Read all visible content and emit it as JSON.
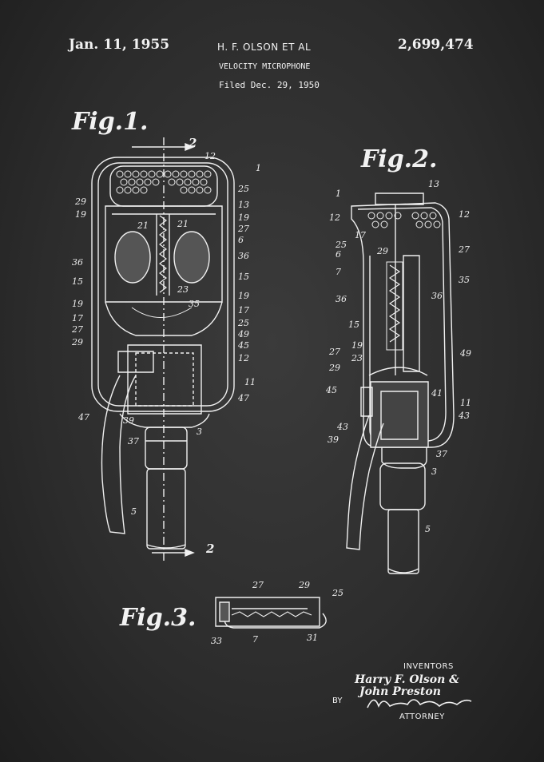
{
  "header": {
    "date": "Jan. 11, 1955",
    "inventors_short": "H. F. OLSON ET AL",
    "patent_number": "2,699,474",
    "title": "VELOCITY MICROPHONE",
    "filed": "Filed Dec. 29, 1950"
  },
  "figures": {
    "fig1": "Fig.1.",
    "fig2": "Fig.2.",
    "fig3": "Fig.3."
  },
  "section_marks": {
    "top": "2",
    "bottom": "2"
  },
  "fig1_labels": {
    "l12": "12",
    "l1": "1",
    "l25": "25",
    "l13": "13",
    "l29": "29",
    "l19a": "19",
    "l19b": "19",
    "l27a": "27",
    "l21a": "21",
    "l21b": "21",
    "l6": "6",
    "l36a": "36",
    "l36b": "36",
    "l15a": "15",
    "l15b": "15",
    "l23": "23",
    "l19c": "19",
    "l35": "35",
    "l19d": "19",
    "l17a": "17",
    "l17b": "17",
    "l25b": "25",
    "l27b": "27",
    "l49": "49",
    "l29b": "29",
    "l45": "45",
    "l12b": "12",
    "l11": "11",
    "l47a": "47",
    "l47b": "47",
    "l39": "39",
    "l3": "3",
    "l37": "37",
    "l5": "5"
  },
  "fig2_labels": {
    "l13": "13",
    "l1": "1",
    "l12a": "12",
    "l12b": "12",
    "l17": "17",
    "l25": "25",
    "l29": "29",
    "l27a": "27",
    "l6": "6",
    "l7": "7",
    "l35": "35",
    "l36a": "36",
    "l36b": "36",
    "l15": "15",
    "l19": "19",
    "l27b": "27",
    "l23": "23",
    "l29b": "29",
    "l49": "49",
    "l45": "45",
    "l41": "41",
    "l11": "11",
    "l43a": "43",
    "l43b": "43",
    "l39": "39",
    "l37": "37",
    "l3": "3",
    "l5": "5"
  },
  "fig3_labels": {
    "l27": "27",
    "l29": "29",
    "l25": "25",
    "l33": "33",
    "l7": "7",
    "l31": "31"
  },
  "signature": {
    "inventors_label": "INVENTORS",
    "names_line1": "Harry F. Olson &",
    "names_line2": "John Preston",
    "by": "BY",
    "attorney_label": "ATTORNEY"
  }
}
